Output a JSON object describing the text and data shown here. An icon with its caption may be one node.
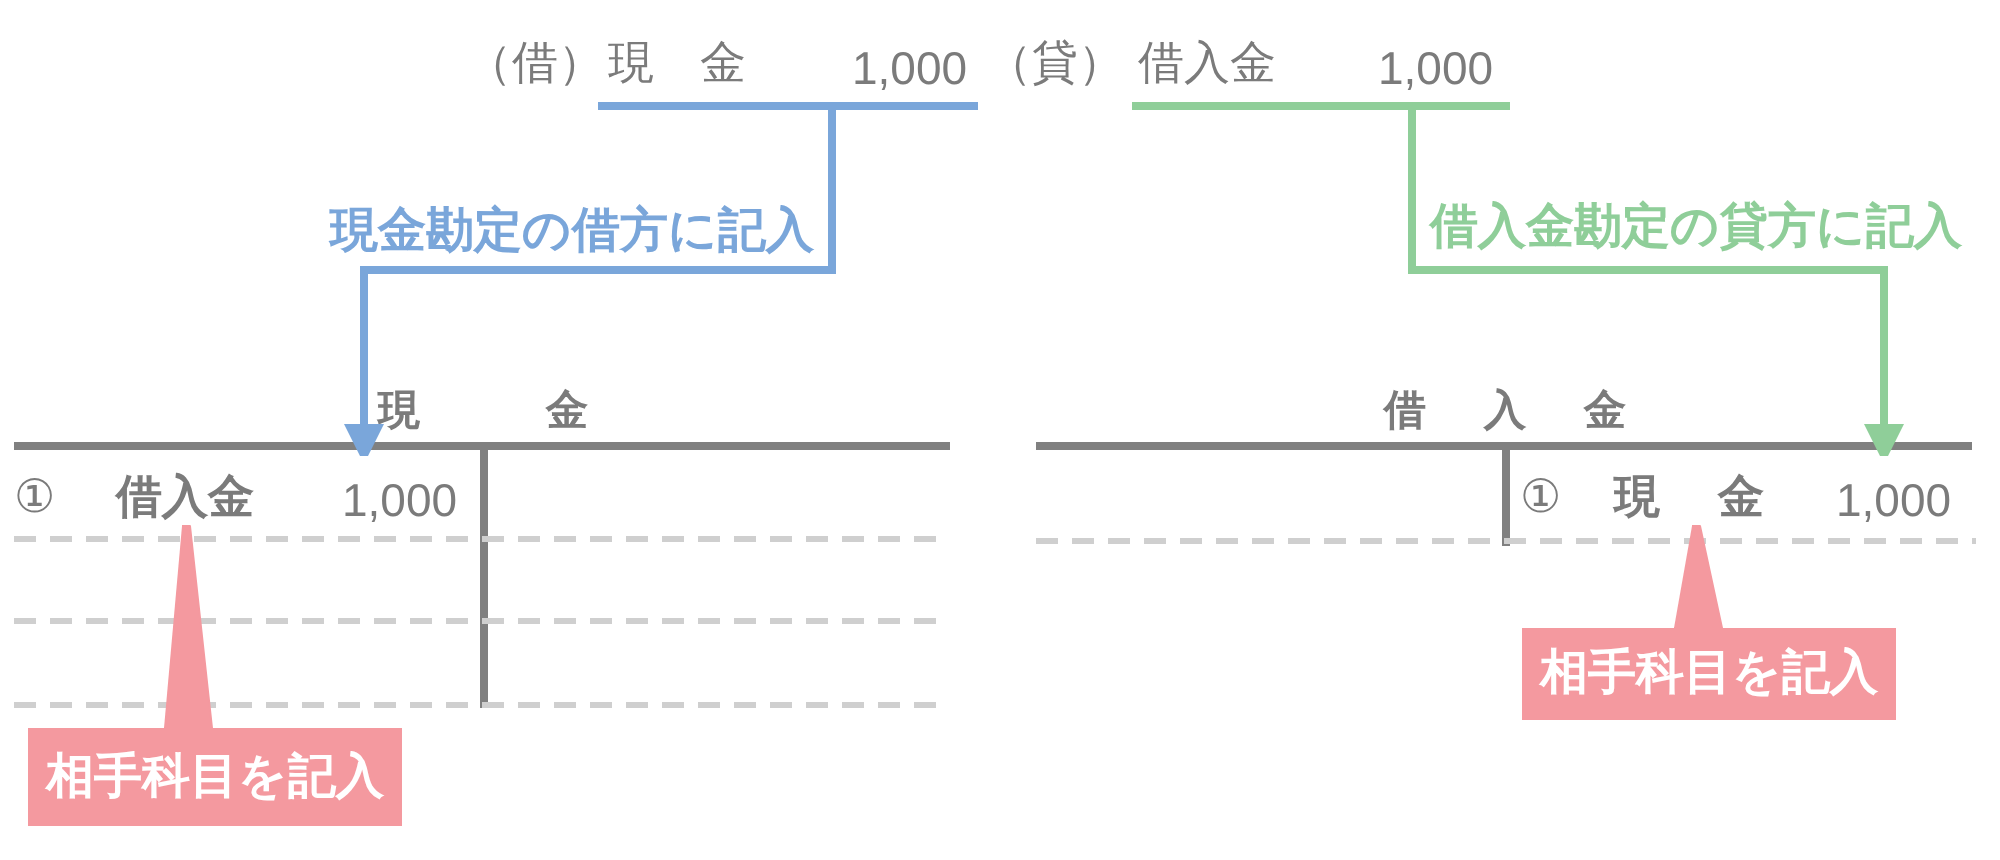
{
  "diagram": {
    "nodes": [
      {
        "text": [
          "（借）",
          "現　金",
          "1,000"
        ]
      },
      {
        "text": [
          "（貸）",
          "借入金",
          "1,000"
        ]
      },
      {
        "text": [
          "現　金"
        ]
      },
      {
        "text": [
          "①",
          "借入金",
          "1,000"
        ],
        "in": 2
      },
      {
        "text": [
          "借　入　金"
        ]
      },
      {
        "text": [
          "①",
          "現　金",
          "1,000"
        ],
        "in": 4
      },
      {
        "text": [
          "相手科目を記入"
        ]
      },
      {
        "text": [
          "相手科目を記入"
        ]
      }
    ],
    "edges": [
      {
        "from": 0,
        "to": 3,
        "arrow": "to",
        "label": "現金勘定の借方に記入",
        "color": "#7aa6da"
      },
      {
        "from": 1,
        "to": 5,
        "arrow": "to",
        "label": "借入金勘定の貸方に記入",
        "color": "#8fce99"
      },
      {
        "from": 6,
        "to": 3,
        "arrow": "none",
        "color": "#f4999f"
      },
      {
        "from": 7,
        "to": 5,
        "arrow": "none",
        "color": "#f4999f"
      }
    ]
  }
}
